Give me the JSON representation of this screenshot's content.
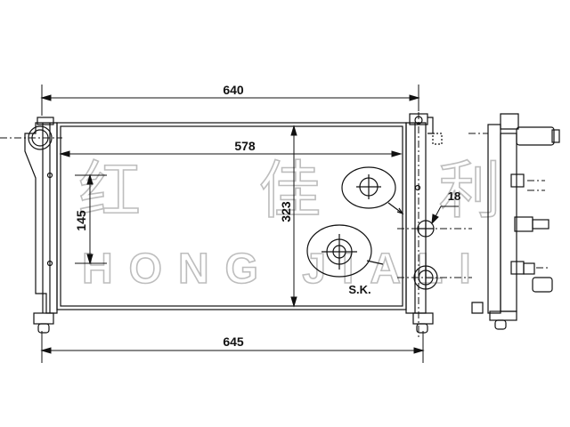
{
  "dimensions": {
    "overall_top": "640",
    "core_width": "578",
    "core_height": "323",
    "mount_spacing": "145",
    "overall_bottom": "645",
    "pipe": "18"
  },
  "annotation": {
    "sk": "S.K."
  },
  "watermark": {
    "chinese": "红 佳 利",
    "english": "HONG JIALI"
  },
  "colors": {
    "line": "#111111",
    "watermark": "#bdbdbd"
  }
}
